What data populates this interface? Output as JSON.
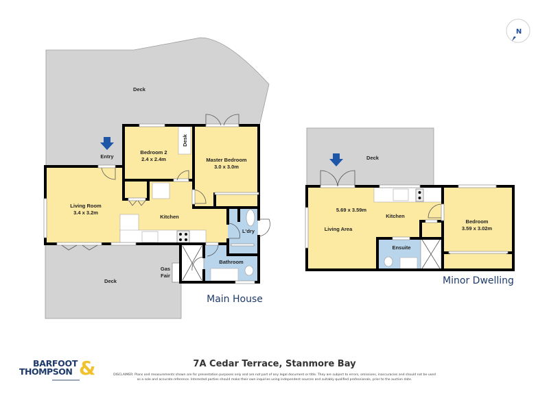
{
  "compass": {
    "label": "N",
    "color": "#1e4e9a"
  },
  "main_house": {
    "title": "Main House",
    "rooms": {
      "deck_top": "Deck",
      "entry": "Entry",
      "bedroom2_name": "Bedroom 2",
      "bedroom2_dims": "2.4 x 2.4m",
      "desk": "Desk",
      "master_name": "Master Bedroom",
      "master_dims": "3.0 x 3.0m",
      "living_name": "Living Room",
      "living_dims": "3.4 x 3.2m",
      "kitchen": "Kitchen",
      "laundry": "L'dry",
      "bathroom": "Bathroom",
      "gas_fire_line1": "Gas",
      "gas_fire_line2": "Fair",
      "deck_bottom": "Deck"
    }
  },
  "minor_dwelling": {
    "title": "Minor Dwelling",
    "rooms": {
      "deck": "Deck",
      "living_dims": "5.69 x 3.59m",
      "living_name": "Living Area",
      "kitchen": "Kitchen",
      "bedroom_name": "Bedroom",
      "bedroom_dims": "3.59 x 3.02m",
      "ensuite": "Ensuite"
    }
  },
  "colors": {
    "room_fill": "#fce9a2",
    "wet_area_fill": "#b9d5ec",
    "deck_fill": "#d3d3d3",
    "entry_arrow": "#1e56a8",
    "brand_navy": "#1e3a6a",
    "brand_gold": "#f2c12e"
  },
  "footer": {
    "address": "7A Cedar Terrace, Stanmore Bay",
    "disclaimer_line1": "DISCLAIMER: Plans and measurements shown are for presentation purposes only and are not part of any legal document or title. They are subject to errors, omissions, inaccuracies and should not be used",
    "disclaimer_line2": "as a sole and accurate reference. Interested parties should make their own inquiries using independent sources and suitably qualified professionals, prior to the auction date.",
    "logo_line1": "BARFOOT",
    "logo_line2": "THOMPSON",
    "logo_amp": "&"
  }
}
